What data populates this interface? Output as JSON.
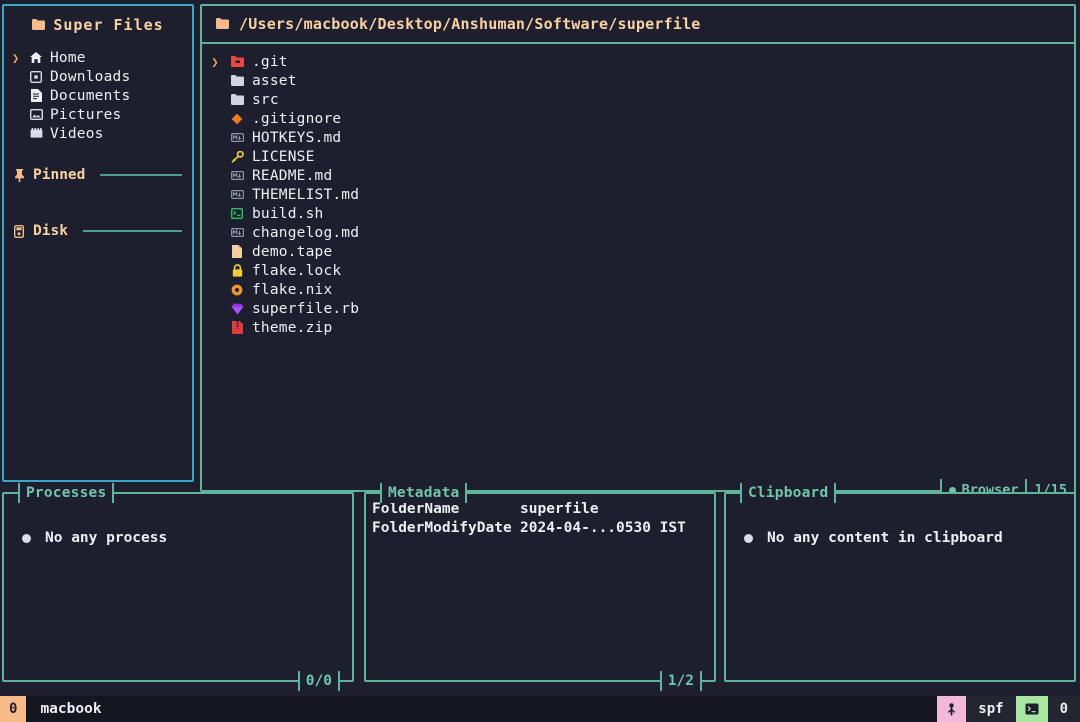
{
  "sidebar": {
    "title": "Super Files",
    "title_icon": "folder-icon",
    "items": [
      {
        "label": "Home",
        "icon": "home-icon",
        "selected": true
      },
      {
        "label": "Downloads",
        "icon": "download-icon",
        "selected": false
      },
      {
        "label": "Documents",
        "icon": "document-icon",
        "selected": false
      },
      {
        "label": "Pictures",
        "icon": "picture-icon",
        "selected": false
      },
      {
        "label": "Videos",
        "icon": "video-icon",
        "selected": false
      }
    ],
    "sections": [
      {
        "label": "Pinned",
        "icon": "pin-icon"
      },
      {
        "label": "Disk",
        "icon": "disk-icon"
      }
    ]
  },
  "file_panel": {
    "path": "/Users/macbook/Desktop/Anshuman/Software/superfile",
    "path_icon": "folder-icon",
    "files": [
      {
        "name": ".git",
        "icon": "git-folder-icon",
        "selected": true
      },
      {
        "name": "asset",
        "icon": "folder-icon",
        "selected": false
      },
      {
        "name": "src",
        "icon": "folder-icon",
        "selected": false
      },
      {
        "name": ".gitignore",
        "icon": "gitignore-icon",
        "selected": false
      },
      {
        "name": "HOTKEYS.md",
        "icon": "markdown-icon",
        "selected": false
      },
      {
        "name": "LICENSE",
        "icon": "key-icon",
        "selected": false
      },
      {
        "name": "README.md",
        "icon": "markdown-icon",
        "selected": false
      },
      {
        "name": "THEMELIST.md",
        "icon": "markdown-icon",
        "selected": false
      },
      {
        "name": "build.sh",
        "icon": "shell-icon",
        "selected": false
      },
      {
        "name": "changelog.md",
        "icon": "markdown-icon",
        "selected": false
      },
      {
        "name": "demo.tape",
        "icon": "file-icon",
        "selected": false
      },
      {
        "name": "flake.lock",
        "icon": "lock-icon",
        "selected": false
      },
      {
        "name": "flake.nix",
        "icon": "nix-icon",
        "selected": false
      },
      {
        "name": "superfile.rb",
        "icon": "ruby-icon",
        "selected": false
      },
      {
        "name": "theme.zip",
        "icon": "archive-icon",
        "selected": false
      }
    ],
    "footer": {
      "mode_label": "Browser",
      "mode_icon": "dot-icon",
      "counter": "1/15"
    }
  },
  "processes": {
    "title": "Processes",
    "empty_text": "No any process",
    "counter": "0/0"
  },
  "metadata": {
    "title": "Metadata",
    "rows": [
      {
        "key": "FolderName",
        "value": "superfile"
      },
      {
        "key": "FolderModifyDate",
        "value": "2024-04-...0530 IST"
      }
    ],
    "counter": "1/2"
  },
  "clipboard": {
    "title": "Clipboard",
    "empty_text": "No any content in clipboard",
    "counter": ""
  },
  "statusbar": {
    "mode_number": "0",
    "username": "macbook",
    "branch_icon": "git-branch-icon",
    "branch_label": "spf",
    "terminal_icon": "terminal-icon",
    "right_number": "0"
  },
  "colors": {
    "background": "#1d1f2e",
    "sidebar_border": "#3aa6c4",
    "panel_border": "#5fb39b",
    "accent_title": "#fbd1a2",
    "accent_teal": "#6fc6ac",
    "text": "#eceff4",
    "caret": "#f5a65b"
  }
}
